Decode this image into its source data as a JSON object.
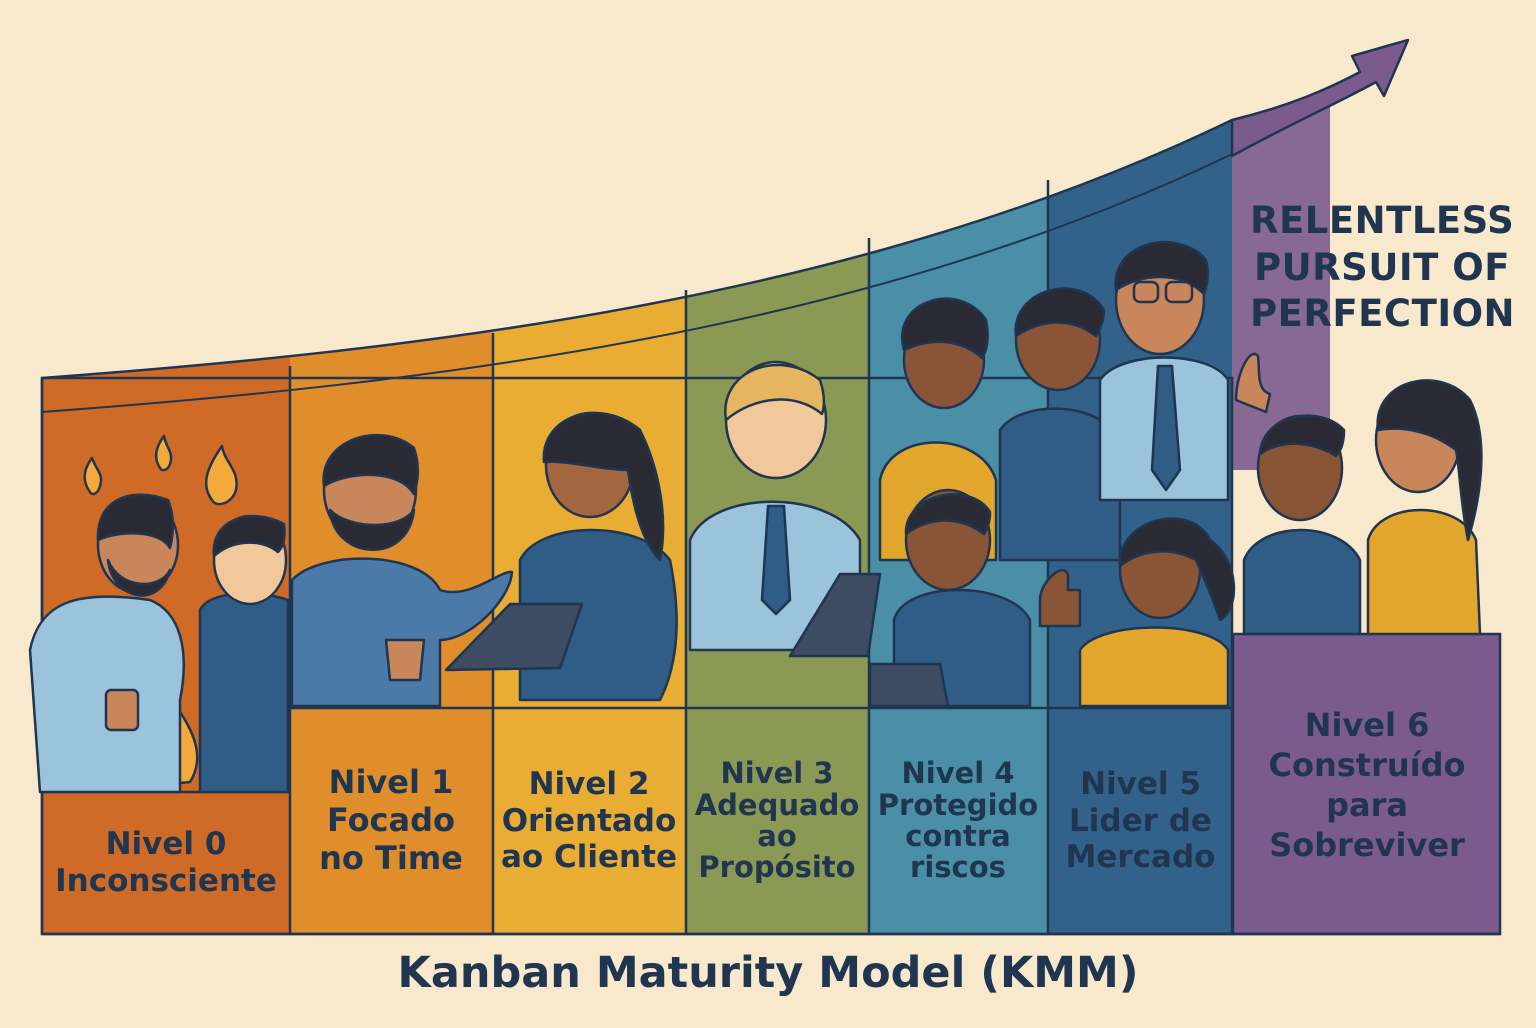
{
  "title": "Kanban Maturity Model (KMM)",
  "slogan": [
    "RELENTLESS",
    "PURSUIT OF",
    "PERFECTION"
  ],
  "levels": [
    {
      "lines": [
        "Nivel 0",
        "Inconsciente"
      ],
      "color": "#cf6a27"
    },
    {
      "lines": [
        "Nivel 1",
        "Focado",
        "no Time"
      ],
      "color": "#e08d2c"
    },
    {
      "lines": [
        "Nivel 2",
        "Orientado",
        "ao Cliente"
      ],
      "color": "#e9ad33"
    },
    {
      "lines": [
        "Nivel 3",
        "Adequado",
        "ao",
        "Propósito"
      ],
      "color": "#8a9a54"
    },
    {
      "lines": [
        "Nivel 4",
        "Protegido",
        "contra",
        "riscos"
      ],
      "color": "#4a8fa6"
    },
    {
      "lines": [
        "Nivel 5",
        "Lider de",
        "Mercado"
      ],
      "color": "#32628a"
    },
    {
      "lines": [
        "Nivel 6",
        "Construído",
        "para",
        "Sobreviver"
      ],
      "color": "#7b5b8e"
    }
  ],
  "colors": {
    "background": "#f8e9cc",
    "outline": "#1f3550",
    "arrow": "#7b5b8e",
    "skin_light": "#f2c89a",
    "skin_medium": "#c8865a",
    "skin_dark": "#8a5536",
    "shirt_light": "#9cc3dc",
    "shirt_blue": "#2f5d86",
    "shirt_yellow": "#e3a62c",
    "hair": "#2a2a35",
    "fire": "#f4a93b"
  }
}
